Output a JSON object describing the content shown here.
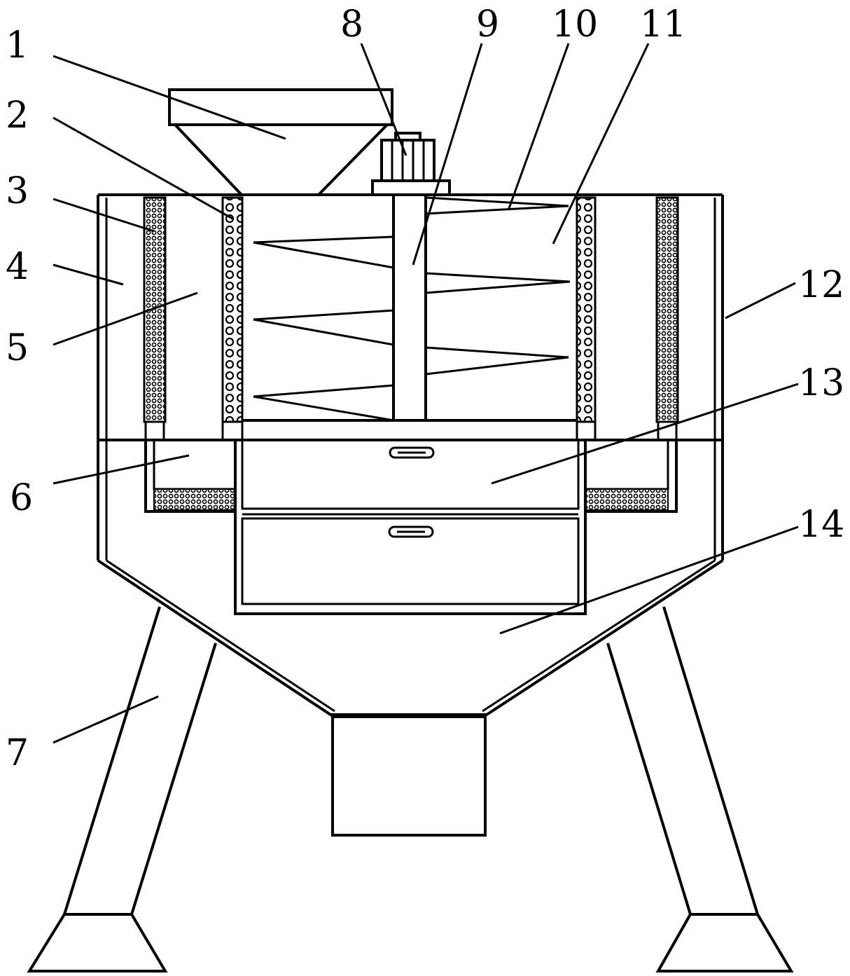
{
  "figure": {
    "kind": "mechanical patent drawing",
    "callouts": [
      {
        "id": "1",
        "label": "1"
      },
      {
        "id": "2",
        "label": "2"
      },
      {
        "id": "3",
        "label": "3"
      },
      {
        "id": "4",
        "label": "4"
      },
      {
        "id": "5",
        "label": "5"
      },
      {
        "id": "6",
        "label": "6"
      },
      {
        "id": "7",
        "label": "7"
      },
      {
        "id": "8",
        "label": "8"
      },
      {
        "id": "9",
        "label": "9"
      },
      {
        "id": "10",
        "label": "10"
      },
      {
        "id": "11",
        "label": "11"
      },
      {
        "id": "12",
        "label": "12"
      },
      {
        "id": "13",
        "label": "13"
      },
      {
        "id": "14",
        "label": "14"
      }
    ],
    "colors": {
      "ink": "#000000",
      "paper": "#ffffff"
    }
  }
}
